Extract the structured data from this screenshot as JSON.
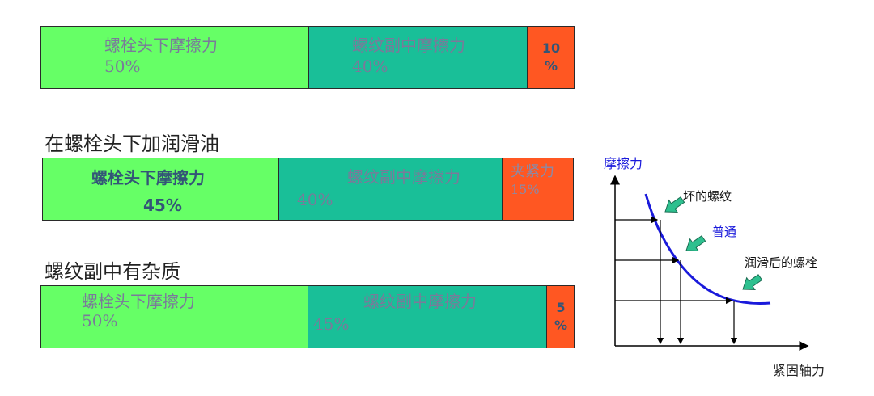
{
  "headings": {
    "lubricated": "在螺栓头下加润滑油",
    "impurity": "螺纹副中有杂质"
  },
  "bars": [
    {
      "segments": [
        {
          "label": "螺栓头下摩擦力",
          "value": "50%",
          "fraction": 0.5,
          "color": "#66ff66"
        },
        {
          "label": "螺纹副中摩擦力",
          "value": "40%",
          "fraction": 0.4,
          "color": "#19bf98"
        },
        {
          "label": "",
          "value": "10\n%",
          "fraction": 0.1,
          "color": "#ff5722"
        }
      ]
    },
    {
      "segments": [
        {
          "label": "螺栓头下摩擦力",
          "value": "45%",
          "fraction": 0.45,
          "color": "#66ff66"
        },
        {
          "label": "螺纹副中摩擦力",
          "value": "40%",
          "fraction": 0.4,
          "color": "#19bf98"
        },
        {
          "label": "夹紧力",
          "value": "15%",
          "fraction": 0.15,
          "color": "#ff5722"
        }
      ]
    },
    {
      "segments": [
        {
          "label": "螺栓头下摩擦力",
          "value": "50%",
          "fraction": 0.5,
          "color": "#66ff66"
        },
        {
          "label": "螺纹副中摩擦力",
          "value": "45%",
          "fraction": 0.45,
          "color": "#19bf98"
        },
        {
          "label": "",
          "value": "5\n%",
          "fraction": 0.05,
          "color": "#ff5722"
        }
      ]
    }
  ],
  "curve_chart": {
    "y_label": "摩擦力",
    "x_label": "紧固轴力",
    "annotations": {
      "bad_thread": "坏的螺纹",
      "normal": "普通",
      "lubricated": "润滑后的螺栓"
    },
    "curve_color": "#1a1adb",
    "arrow_color": "#2ec08f"
  }
}
